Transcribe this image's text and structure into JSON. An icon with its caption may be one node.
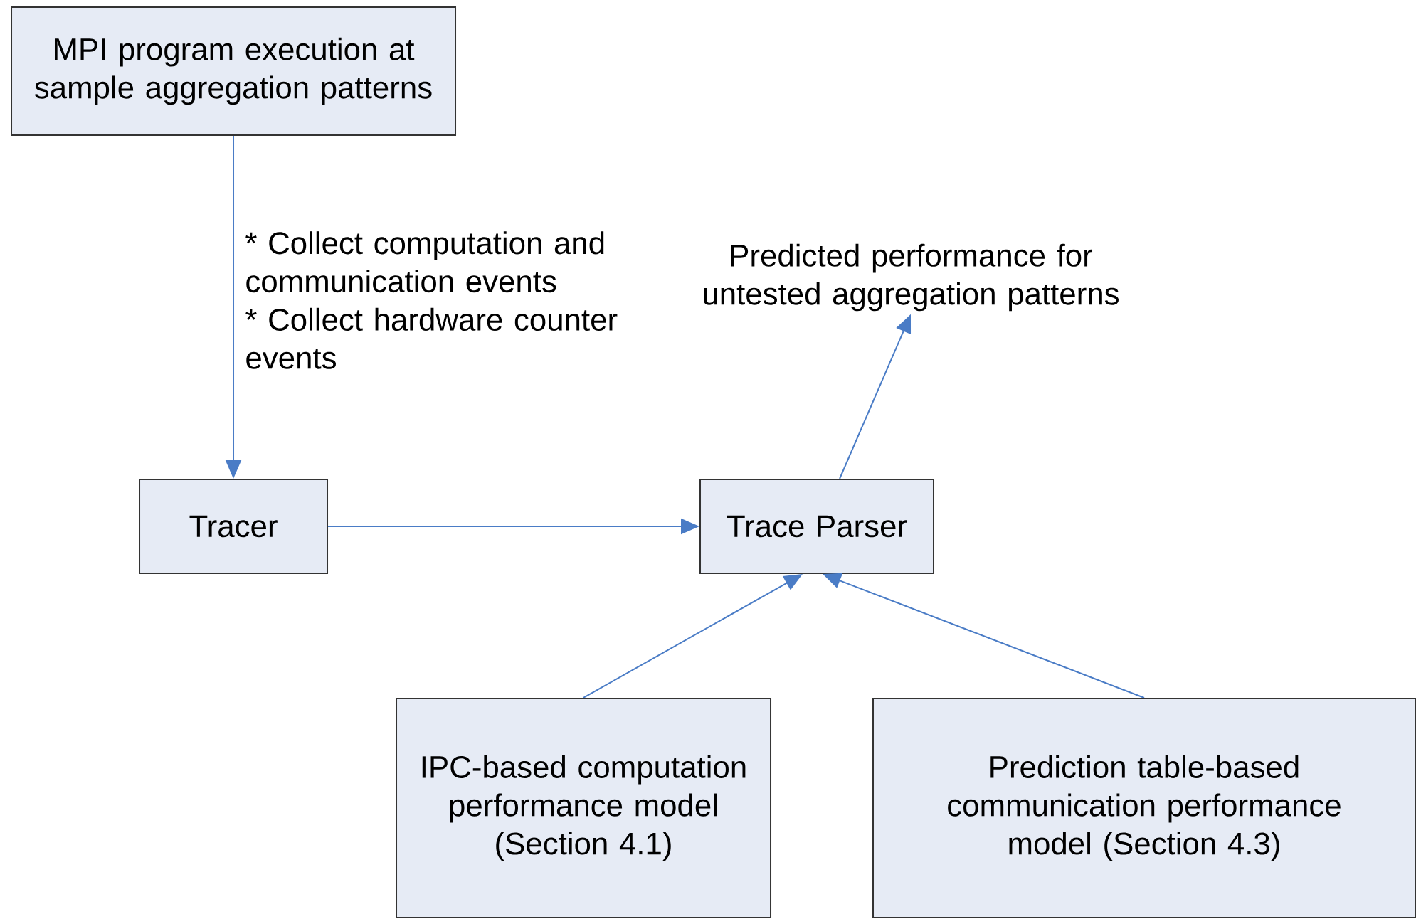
{
  "diagram": {
    "nodes": [
      {
        "text": [
          "MPI program execution at sample aggregation patterns"
        ]
      },
      {
        "text": [
          "Tracer"
        ]
      },
      {
        "text": [
          "Trace Parser"
        ]
      },
      {
        "text": [
          "Predicted performance for untested aggregation patterns"
        ]
      },
      {
        "text": [
          "IPC-based computation performance model (Section 4.1)"
        ]
      },
      {
        "text": [
          "Prediction table-based communication performance model (Section 4.3)"
        ]
      }
    ],
    "edges": [
      {
        "from": 0,
        "to": 1,
        "arrow": "to",
        "label": "* Collect computation and communication events * Collect hardware counter events"
      },
      {
        "from": 1,
        "to": 2,
        "arrow": "to"
      },
      {
        "from": 2,
        "to": 3,
        "arrow": "to"
      },
      {
        "from": 4,
        "to": 2,
        "arrow": "to"
      },
      {
        "from": 5,
        "to": 2,
        "arrow": "to"
      }
    ]
  }
}
